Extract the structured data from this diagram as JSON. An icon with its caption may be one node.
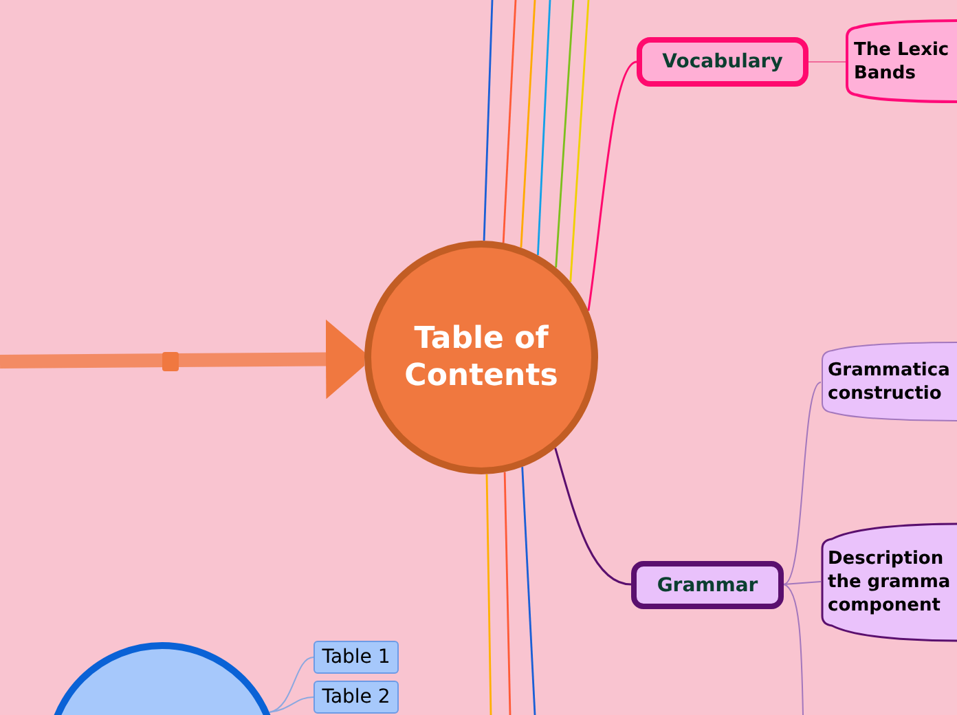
{
  "diagram": {
    "nodes": [
      {
        "text": [
          "Vocabulary"
        ]
      },
      {
        "text": [
          "The Lexic Bands"
        ]
      },
      {
        "text": [
          "Table of Contents"
        ]
      },
      {
        "text": [
          "Grammatica constructio"
        ]
      },
      {
        "text": [
          "Grammar"
        ]
      },
      {
        "text": [
          "Description the gramma component"
        ]
      },
      {
        "text": [],
        "shape": "circle"
      },
      {
        "text": [
          "Table 1"
        ]
      },
      {
        "text": [
          "Table 2"
        ]
      }
    ],
    "edges": [
      {
        "from": null,
        "to": 2,
        "arrow": "to",
        "style": "thick",
        "color": "#f07840"
      },
      {
        "from": 2,
        "to": null,
        "arrow": "none",
        "color": "#1a5fd6"
      },
      {
        "from": 2,
        "to": null,
        "arrow": "none",
        "color": "#ff5a36"
      },
      {
        "from": 2,
        "to": null,
        "arrow": "none",
        "color": "#ffaa00"
      },
      {
        "from": 2,
        "to": null,
        "arrow": "none",
        "color": "#12a0e8"
      },
      {
        "from": 2,
        "to": null,
        "arrow": "none",
        "color": "#7cbf1c"
      },
      {
        "from": 2,
        "to": null,
        "arrow": "none",
        "color": "#f0d000"
      },
      {
        "from": 2,
        "to": 0,
        "arrow": "none",
        "color": "#ff0a6e"
      },
      {
        "from": 0,
        "to": 1,
        "arrow": "none",
        "color": "#f06a9a"
      },
      {
        "from": 2,
        "to": 4,
        "arrow": "none",
        "color": "#5a0f6e"
      },
      {
        "from": 4,
        "to": 3,
        "arrow": "none",
        "color": "#a377bd"
      },
      {
        "from": 4,
        "to": 5,
        "arrow": "none",
        "color": "#a377bd"
      },
      {
        "from": 4,
        "to": null,
        "arrow": "none",
        "color": "#a377bd"
      },
      {
        "from": 2,
        "to": null,
        "arrow": "none",
        "color": "#ffb000"
      },
      {
        "from": 2,
        "to": null,
        "arrow": "none",
        "color": "#ff5a36"
      },
      {
        "from": 2,
        "to": null,
        "arrow": "none",
        "color": "#1a5fd6"
      },
      {
        "from": 6,
        "to": 7,
        "arrow": "none",
        "color": "#8aa8e0"
      },
      {
        "from": 6,
        "to": 8,
        "arrow": "none",
        "color": "#8aa8e0"
      }
    ]
  }
}
